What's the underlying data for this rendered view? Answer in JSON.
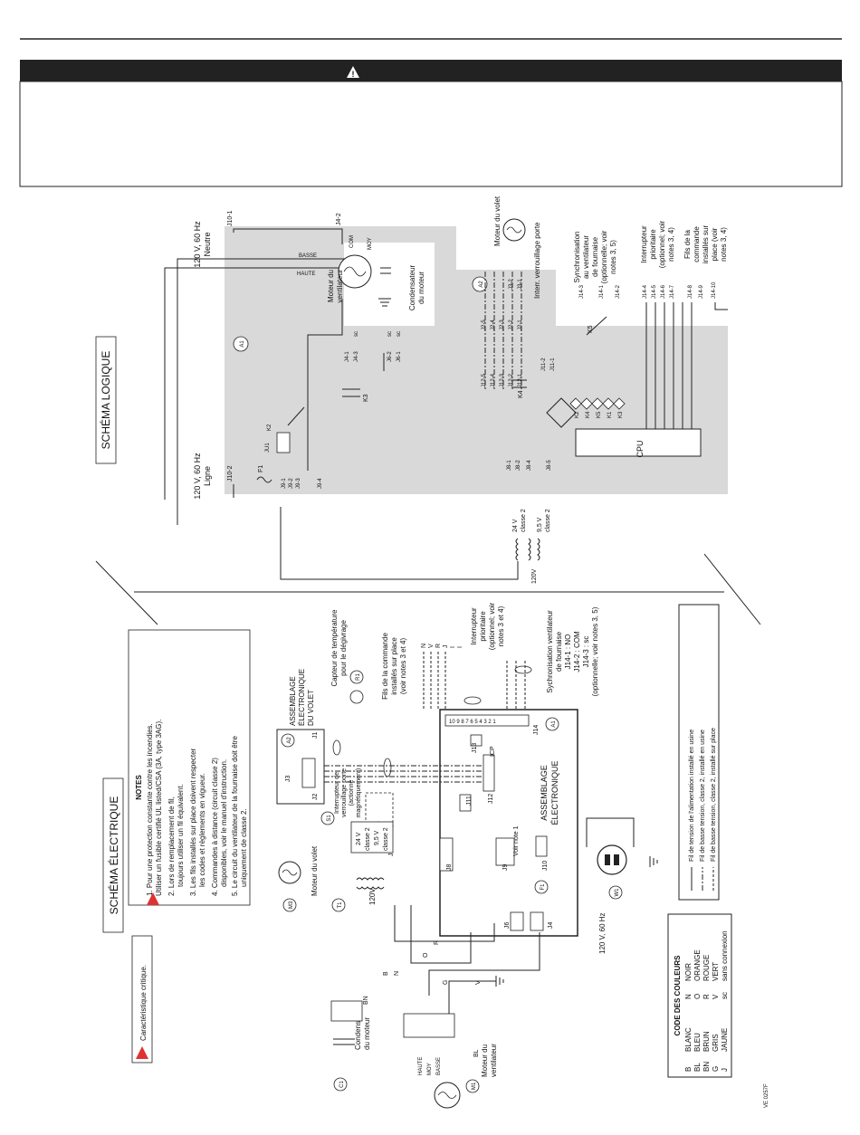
{
  "header": {
    "warning_symbol": "!"
  },
  "logic": {
    "title": "SCHÉMA LOGIQUE",
    "supply_neutral": [
      "120 V, 60 Hz",
      "Neutre"
    ],
    "supply_line": [
      "120 V, 60 Hz",
      "Ligne"
    ],
    "j10_1": "J10-1",
    "j10_2": "J10-2",
    "j4_2": "J4-2",
    "basse": "BASSE",
    "haute": "HAUTE",
    "com": "COM",
    "moy": "MOY",
    "motor_fan": [
      "Moteur du",
      "ventilateur"
    ],
    "motor_cap": [
      "Condensateur",
      "du moteur"
    ],
    "damper_motor": "Moteur du volet",
    "door_lock": "Interr. verrouillage porte",
    "sync": [
      "Synchronisation",
      "au ventilateur",
      "de fournaise",
      "(optionnelle; voir",
      "notes 3, 5)"
    ],
    "priority": [
      "Interrupteur",
      "prioritaire",
      "(optionnel; voir",
      "notes 3, 4)"
    ],
    "field": [
      "Fils de la",
      "commande",
      "installés sur",
      "place (voir",
      "notes 3, 4)"
    ],
    "a1": "A1",
    "a2": "A2",
    "f1": "F1",
    "ju1": "JU1",
    "k2": "K2",
    "k3": "K3",
    "k4": "K4",
    "k5": "K5",
    "cpu": "CPU",
    "j4_1": "J4-1",
    "j4_3": "J4-3",
    "j6_2": "J6-2",
    "j6_1": "J6-1",
    "sc": "sc",
    "j9_1": "J9-1",
    "j9_2": "J9-2",
    "j9_3": "J9-3",
    "j9_4": "J9-4",
    "j8_1": "J8-1",
    "j8_2": "J8-2",
    "j8_4": "J8-4",
    "j8_5": "J8-5",
    "j12": [
      "J12-5",
      "J12-4",
      "J12-3",
      "J12-2",
      "J12-1"
    ],
    "j2": [
      "J2-5",
      "J2-4",
      "J2-3",
      "J2-2",
      "J2-1"
    ],
    "j3": [
      "J3-2",
      "J3-1"
    ],
    "j11": [
      "J11-2",
      "J11-1"
    ],
    "j14a": [
      "J14-3",
      "J14-1",
      "J14-2"
    ],
    "j14b": [
      "J14-4",
      "J14-5",
      "J14-6",
      "J14-7",
      "J14-8",
      "J14-9",
      "J14-10"
    ],
    "relays": [
      "K2",
      "K4",
      "K5",
      "K1",
      "K3"
    ],
    "tr_24v": "24 V",
    "tr_class2a": "classe 2",
    "tr_95v": "9,5 V",
    "tr_class2b": "classe 2",
    "tr_120v": "120V"
  },
  "electric": {
    "title": "SCHÉMA ÉLECTRIQUE",
    "critical": "Caractéristique critique.",
    "notes_title": "NOTES",
    "notes": [
      "1. Pour une protection constante contre les incendies.",
      "Utiliser un fusible certifié UL listed/CSA (3A, type 3AG).",
      "2. Lors de remplacement de fil,",
      "toujours utiliser un fil équivalent.",
      "3. Les fils installés sur place doivent respecter",
      "les codes et règlements en vigueur.",
      "4. Commandes à distance (circuit classe 2)",
      "disponibles, voir le manuel d'instruction.",
      "5. Le circuit du ventilateur de la fournaise doit être",
      "uniquement de classe 2."
    ],
    "volet_assembly": [
      "ASSEMBLAGE",
      "ÉLECTRONIQUE",
      "DU VOLET"
    ],
    "temp_sensor": [
      "Capteur de température",
      "pour le dégivrage"
    ],
    "field_wires": [
      "Fils de la commande",
      "installés sur place",
      "(voir notes 3 et 4)"
    ],
    "priority": [
      "Interrupteur",
      "prioritaire",
      "(optionnel; voir",
      "notes 3 et 4)"
    ],
    "sync": [
      "Sychronisation ventilateur",
      "de fournaise",
      "J14-1 : NO",
      "J14-2 : COM",
      "J14-3 : sc",
      "(optionnelle; voir notes 3, 5)"
    ],
    "main_assembly": [
      "ASSEMBLAGE",
      "ÉLECTRONIQUE"
    ],
    "door_switch": [
      "Interrupteur de",
      "verrouillage porte",
      "(actionné",
      "magnétiquement)"
    ],
    "damper_motor": "Moteur du volet",
    "motor_cap": [
      "Condensateur",
      "du moteur"
    ],
    "motor_fan": [
      "Moteur du",
      "ventilateur"
    ],
    "supply": "120 V, 60 Hz",
    "see_note": "Voir note 1",
    "tr_24v": "24 V",
    "tr_class2": "classe 2",
    "tr_95v": "9,5 V",
    "tr_class2b": "classe 2",
    "tr_120v": "120V",
    "j14_pins": "10 9 8 7 6 5 4 3 2 1",
    "icp": "ICP",
    "a1": "A1",
    "a2": "A2",
    "r1": "R1",
    "s1": "S1",
    "t1": "T1",
    "m3": "M3",
    "m1": "M1",
    "c1": "C1",
    "w1": "W1",
    "f1": "F1",
    "j1": "J1",
    "j2": "J2",
    "j3": "J3",
    "j4": "J4",
    "j6": "J6",
    "j8": "J8",
    "j9": "J9",
    "j10": "J10",
    "j11": "J11",
    "j12": "J12",
    "j13": "J13",
    "j14": "J14",
    "wire_b": "B",
    "wire_n": "N",
    "wire_bn": "BN",
    "wire_o": "O",
    "wire_r": "R",
    "wire_g": "G",
    "wire_v": "V",
    "wire_bl": "BL",
    "wire_j": "J",
    "field_codes": [
      "N",
      "V",
      "R",
      "J",
      "I",
      "I"
    ],
    "motor_taps": [
      "HAUTE",
      "MOY",
      "BASSE"
    ]
  },
  "legend": {
    "title": "CODE DES COULEURS",
    "rows": [
      {
        "code": "B",
        "name": "BLANC",
        "code2": "N",
        "name2": "NOIR"
      },
      {
        "code": "BL",
        "name": "BLEU",
        "code2": "O",
        "name2": "ORANGE"
      },
      {
        "code": "BN",
        "name": "BRUN",
        "code2": "R",
        "name2": "ROUGE"
      },
      {
        "code": "G",
        "name": "GRIS",
        "code2": "V",
        "name2": "VERT"
      },
      {
        "code": "J",
        "name": "JAUNE",
        "code2": "sc",
        "name2": "sans connexion"
      }
    ]
  },
  "wire_types": [
    "Fil de tension de l'alimentation installé en usine",
    "Fil de basse tension, classe 2, installé en usine",
    "Fil de basse tension, classe 2, installé sur place"
  ],
  "doc_code": "VE 0257F"
}
